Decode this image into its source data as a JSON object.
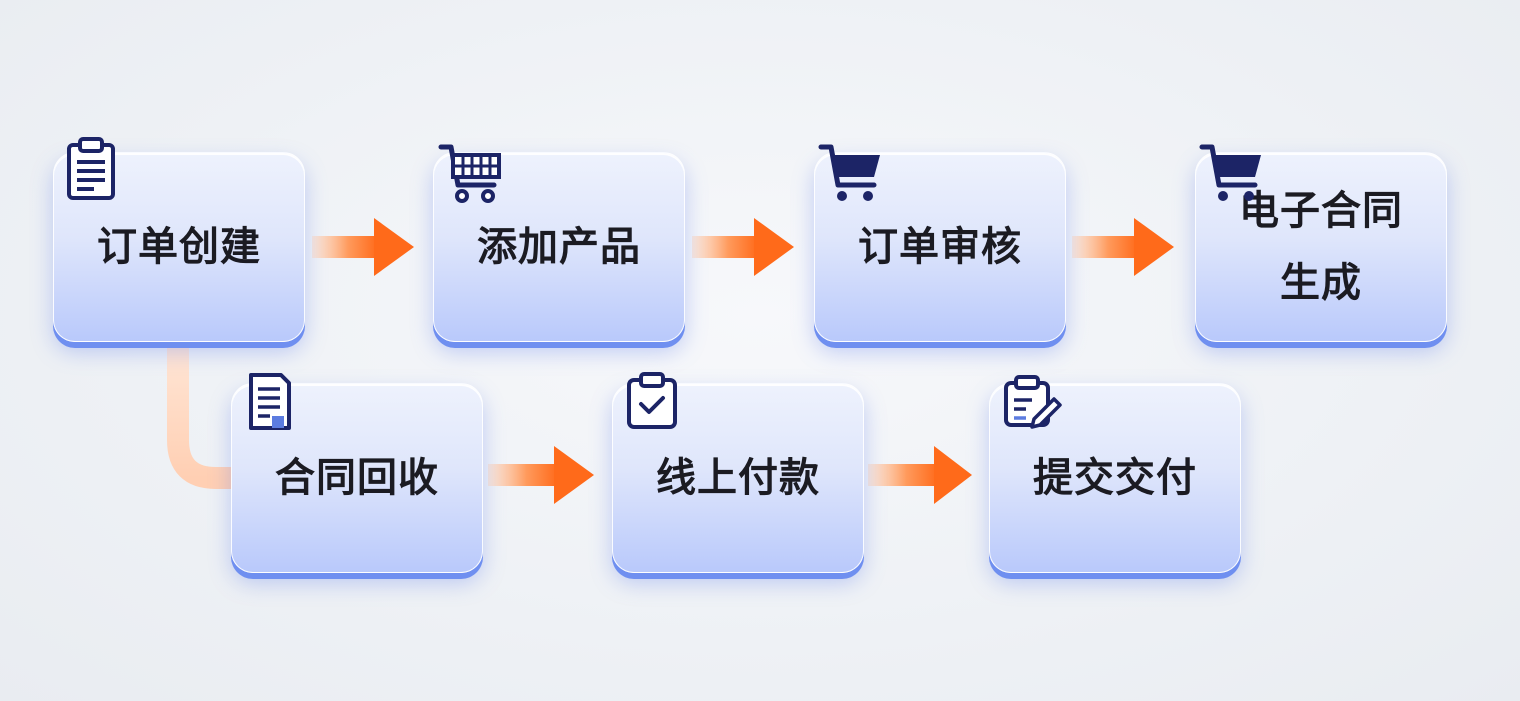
{
  "steps": [
    {
      "id": "order-create",
      "label": "订单创建",
      "icon": "clipboard-icon"
    },
    {
      "id": "add-product",
      "label": "添加产品",
      "icon": "shopping-cart-icon"
    },
    {
      "id": "order-review",
      "label": "订单审核",
      "icon": "shopping-cart-icon"
    },
    {
      "id": "contract-generate",
      "label": "电子合同生成",
      "icon": "shopping-cart-icon"
    },
    {
      "id": "contract-return",
      "label": "合同回收",
      "icon": "document-icon"
    },
    {
      "id": "online-payment",
      "label": "线上付款",
      "icon": "clipboard-check-icon"
    },
    {
      "id": "submit-delivery",
      "label": "提交交付",
      "icon": "clipboard-edit-icon"
    }
  ],
  "colors": {
    "arrow": "#ff6a1a",
    "arrow_start": "#ffc7a3",
    "card_border": "#6f8ff0",
    "icon": "#1c2466",
    "connector": "#ffd8c2"
  }
}
